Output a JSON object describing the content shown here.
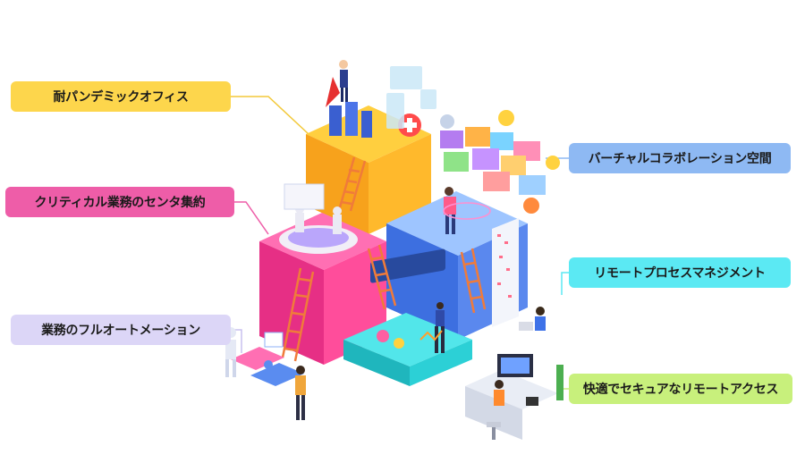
{
  "labels": {
    "pandemic_office": "耐パンデミックオフィス",
    "critical_ops": "クリティカル業務のセンタ集約",
    "full_automation": "業務のフルオートメーション",
    "virtual_collab": "バーチャルコラボレーション空間",
    "remote_process": "リモートプロセスマネジメント",
    "secure_access": "快適でセキュアなリモートアクセス"
  },
  "colors": {
    "yellow": "#fdd64c",
    "pink": "#ee5da8",
    "lavender": "#dcd6f7",
    "blue": "#8eb9f3",
    "cyan": "#5be9f3",
    "lime": "#c8f07c"
  },
  "icons": [
    "superhero-icon",
    "medical-cross-icon",
    "robot-icon",
    "ladder-icon",
    "emoji-icon",
    "puzzle-icon",
    "laptop-icon",
    "video-call-icon"
  ]
}
